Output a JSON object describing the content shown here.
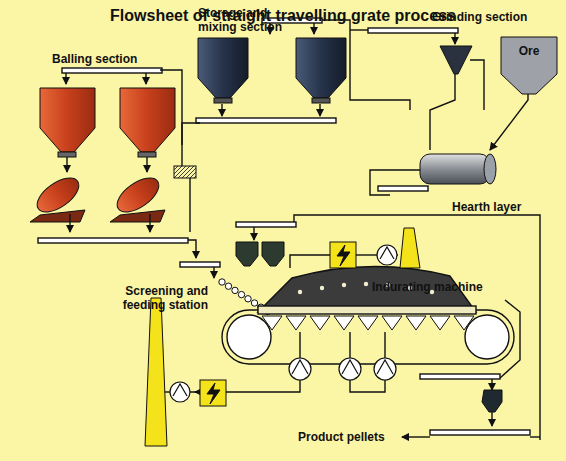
{
  "diagram": {
    "title": "Flowsheet of straight travelling grate process",
    "nodes": [
      {
        "text": [
          "Ore"
        ]
      }
    ],
    "labels": [
      "Balling section",
      "Storage and mixing section",
      "Grinding section",
      "Hearth layer",
      "Screening and feeding station",
      "Indurating machine",
      "Product pellets"
    ]
  }
}
